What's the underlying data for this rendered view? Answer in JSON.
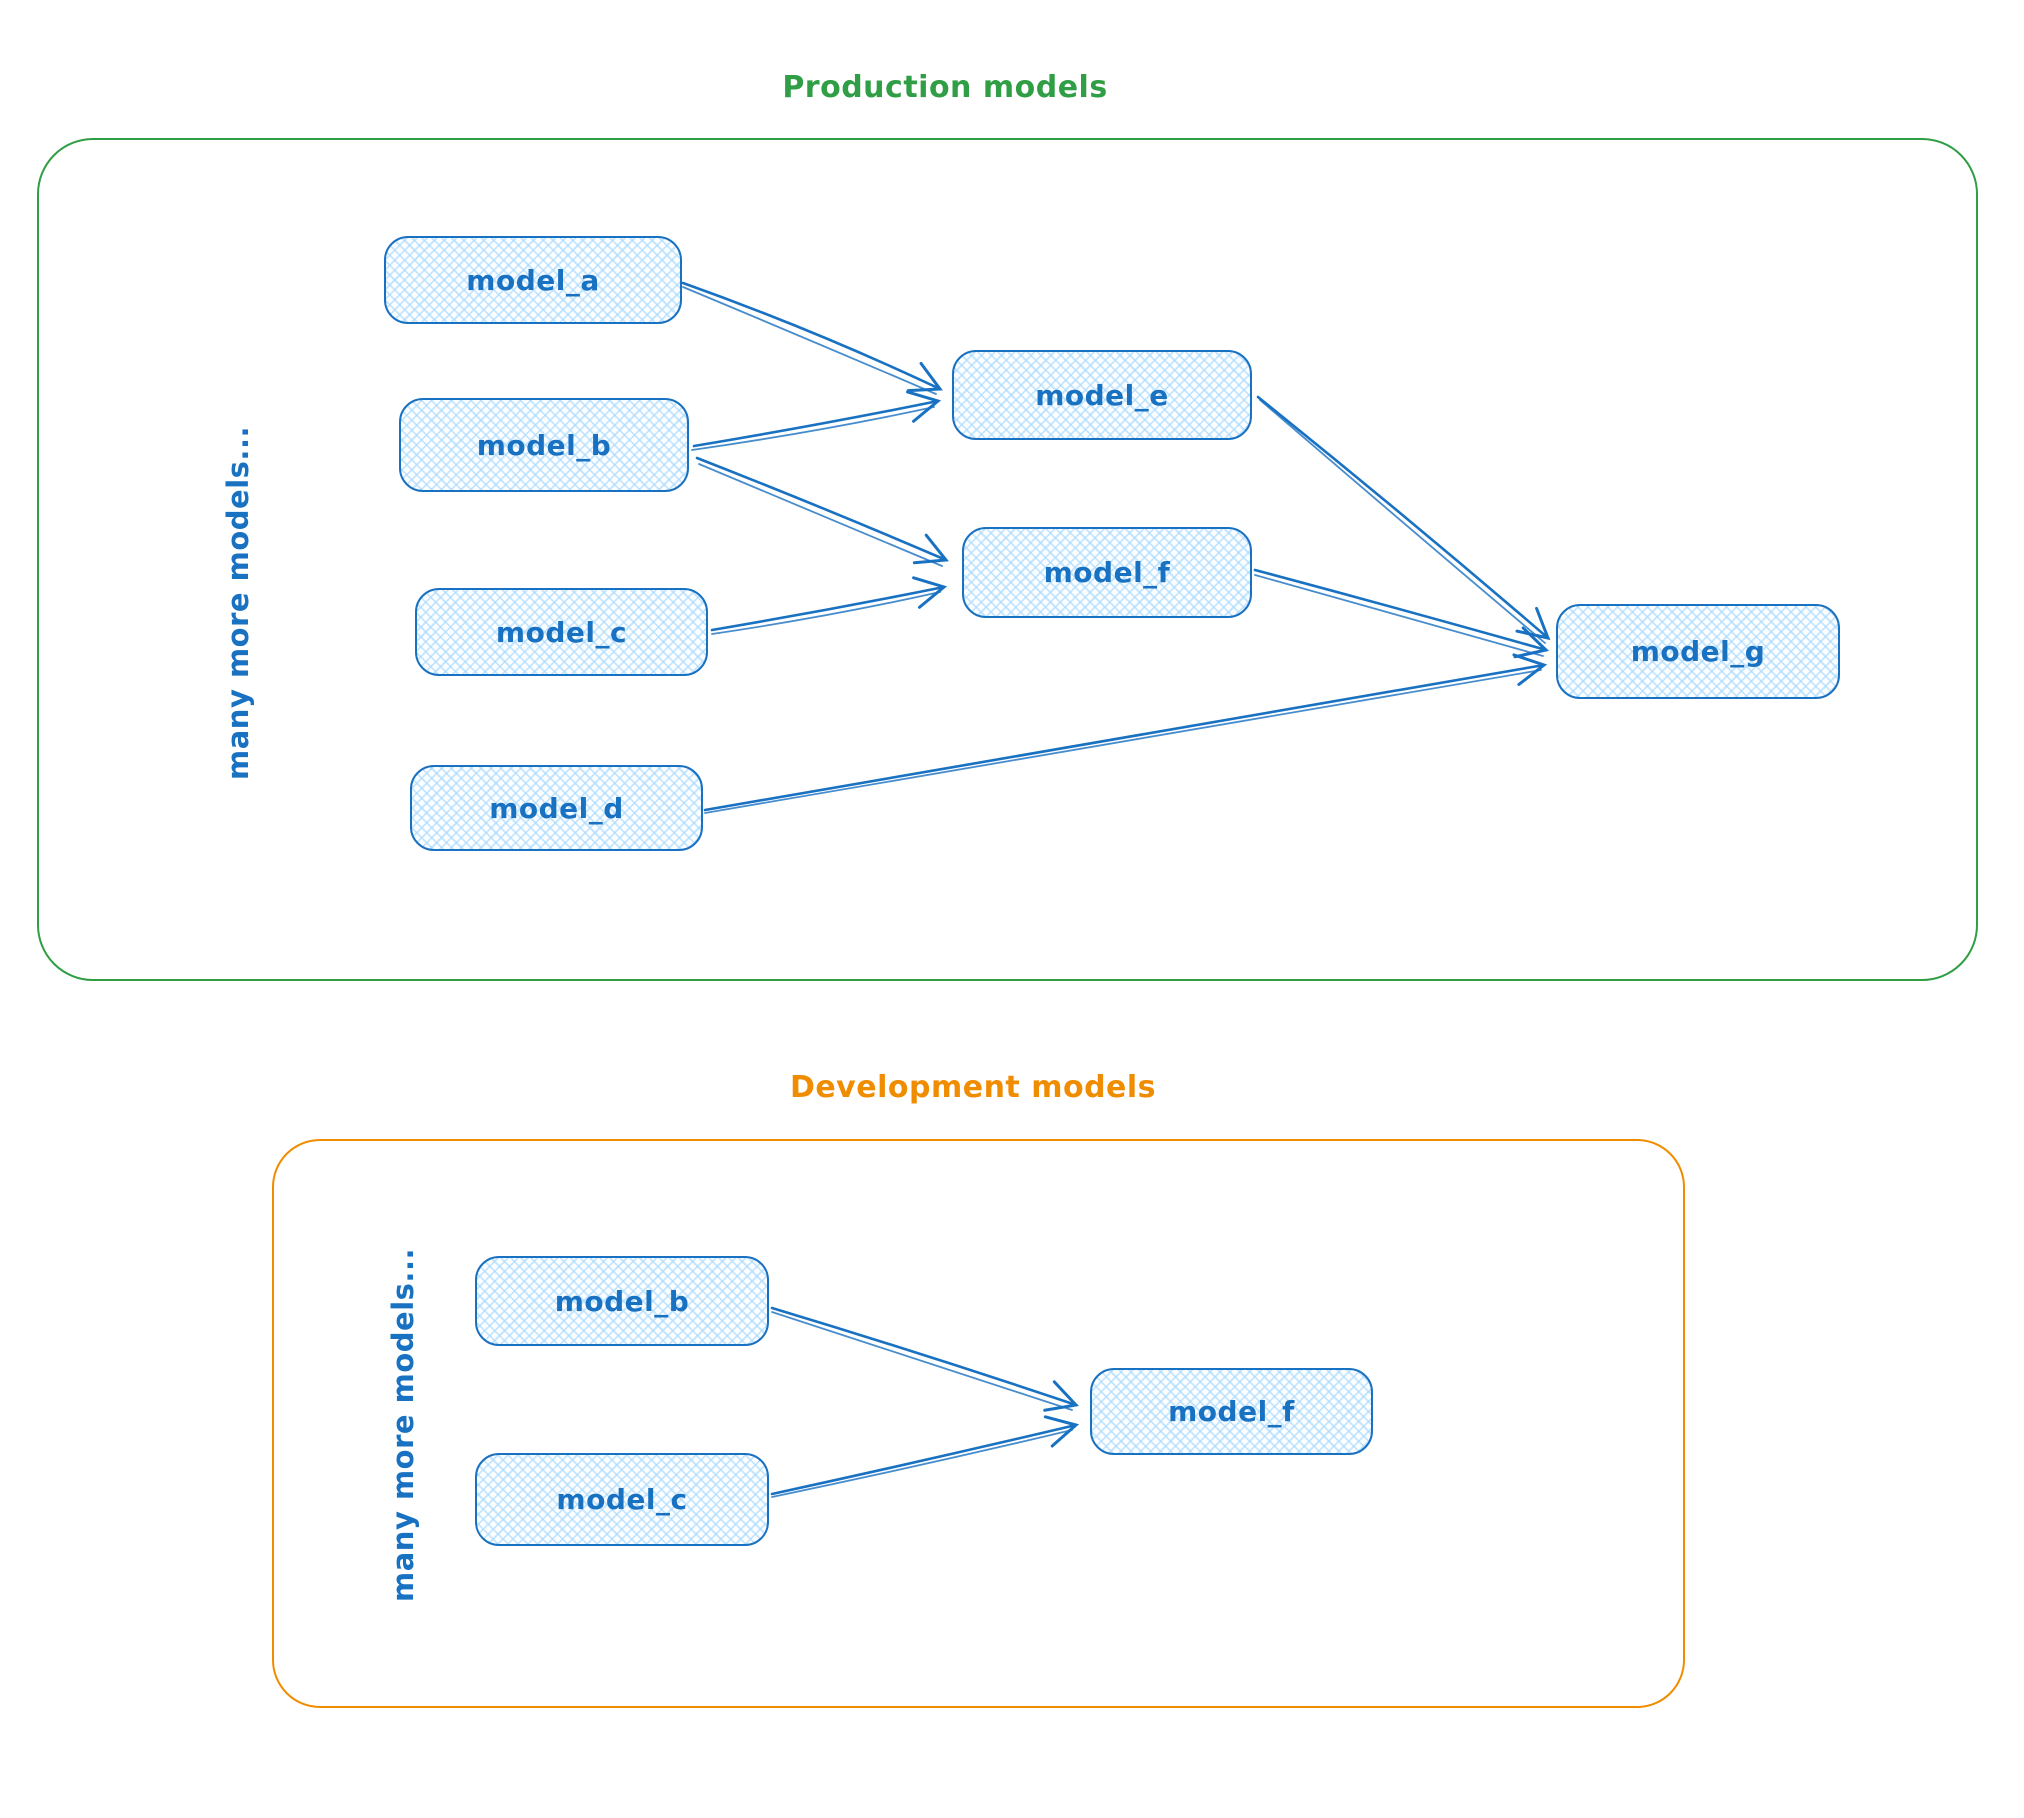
{
  "colors": {
    "blue_stroke": "#1971c2",
    "blue_fill": "#a5d8ff",
    "green_stroke": "#2f9e44",
    "orange_stroke": "#f08c00",
    "bg": "#ffffff"
  },
  "production": {
    "title": "Production models",
    "side_label": "many more models...",
    "nodes": {
      "model_a": {
        "label": "model_a"
      },
      "model_b": {
        "label": "model_b"
      },
      "model_c": {
        "label": "model_c"
      },
      "model_d": {
        "label": "model_d"
      },
      "model_e": {
        "label": "model_e"
      },
      "model_f": {
        "label": "model_f"
      },
      "model_g": {
        "label": "model_g"
      }
    },
    "edges": [
      {
        "from": "model_a",
        "to": "model_e"
      },
      {
        "from": "model_b",
        "to": "model_e"
      },
      {
        "from": "model_b",
        "to": "model_f"
      },
      {
        "from": "model_c",
        "to": "model_f"
      },
      {
        "from": "model_e",
        "to": "model_g"
      },
      {
        "from": "model_f",
        "to": "model_g"
      },
      {
        "from": "model_d",
        "to": "model_g"
      }
    ]
  },
  "development": {
    "title": "Development models",
    "side_label": "many more models...",
    "nodes": {
      "model_b": {
        "label": "model_b"
      },
      "model_c": {
        "label": "model_c"
      },
      "model_f": {
        "label": "model_f"
      }
    },
    "edges": [
      {
        "from": "model_b",
        "to": "model_f"
      },
      {
        "from": "model_c",
        "to": "model_f"
      }
    ]
  }
}
